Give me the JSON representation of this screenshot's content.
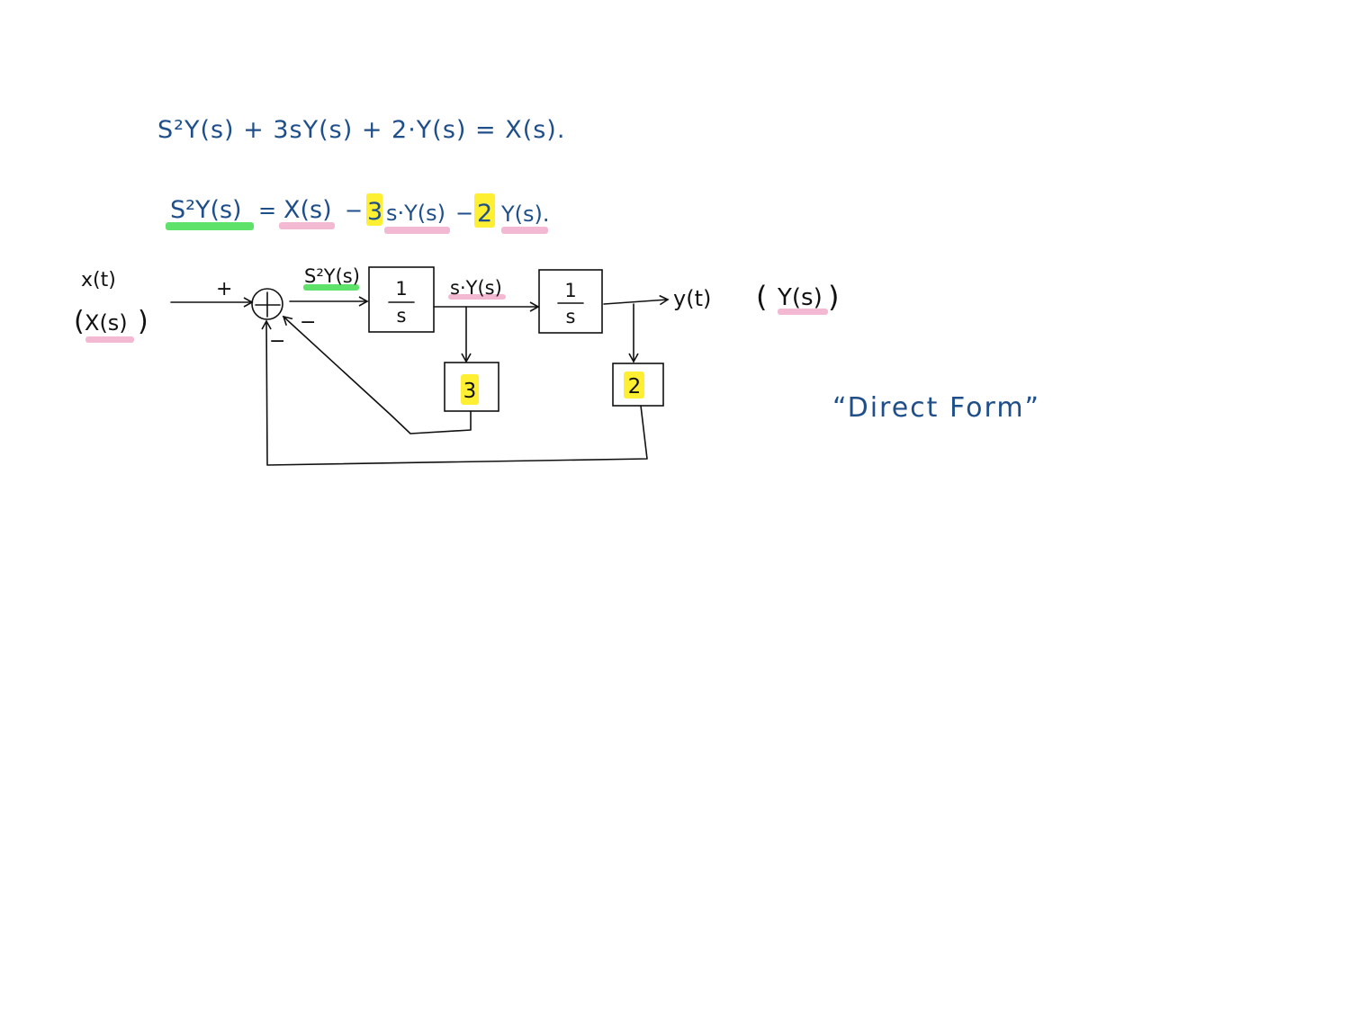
{
  "equations": {
    "eq1": "S²Y(s) + 3sY(s) + 2·Y(s) = X(s).",
    "eq2": {
      "lhs": "S²Y(s)",
      "equals": "=",
      "x_term": "X(s)",
      "minus1": "−",
      "coef3": "3",
      "sy_term": "s·Y(s)",
      "minus2": "−",
      "coef2": "2",
      "y_term": "Y(s)."
    }
  },
  "diagram": {
    "input_time": "x(t)",
    "input_laplace_open": "(",
    "input_laplace": "X(s)",
    "input_laplace_close": ")",
    "plus_sign": "+",
    "minus_sign_right": "−",
    "minus_sign_bottom": "−",
    "signal_s2y": "S²Y(s)",
    "integrator1": {
      "numerator": "1",
      "denominator": "s"
    },
    "signal_sy": "s·Y(s)",
    "integrator2": {
      "numerator": "1",
      "denominator": "s"
    },
    "output_time": "y(t)",
    "output_laplace_open": "(",
    "output_laplace": "Y(s)",
    "output_laplace_close": ")",
    "gain_3": "3",
    "gain_2": "2"
  },
  "caption": "“Direct Form”",
  "colors": {
    "ink_blue": "#1f4f8a",
    "ink_black": "#111111",
    "highlight_green": "#5fe26a",
    "highlight_pink": "#f4b9d2",
    "highlight_yellow": "#ffef33"
  }
}
